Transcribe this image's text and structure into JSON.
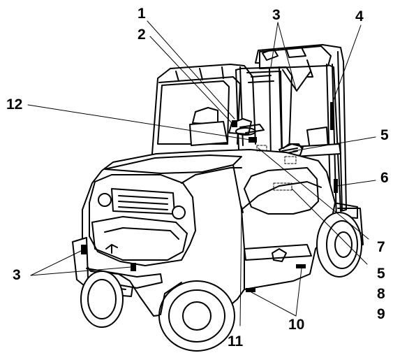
{
  "colors": {
    "ink": "#000000",
    "paper": "#ffffff",
    "panel": "#d9d9d9"
  },
  "callouts": {
    "c1": "1",
    "c2": "2",
    "c3_top": "3",
    "c4": "4",
    "c12": "12",
    "c5_upper": "5",
    "c6": "6",
    "c7": "7",
    "c5_lower": "5",
    "c8": "8",
    "c9": "9",
    "c3_left": "3",
    "c10": "10",
    "c11": "11"
  }
}
